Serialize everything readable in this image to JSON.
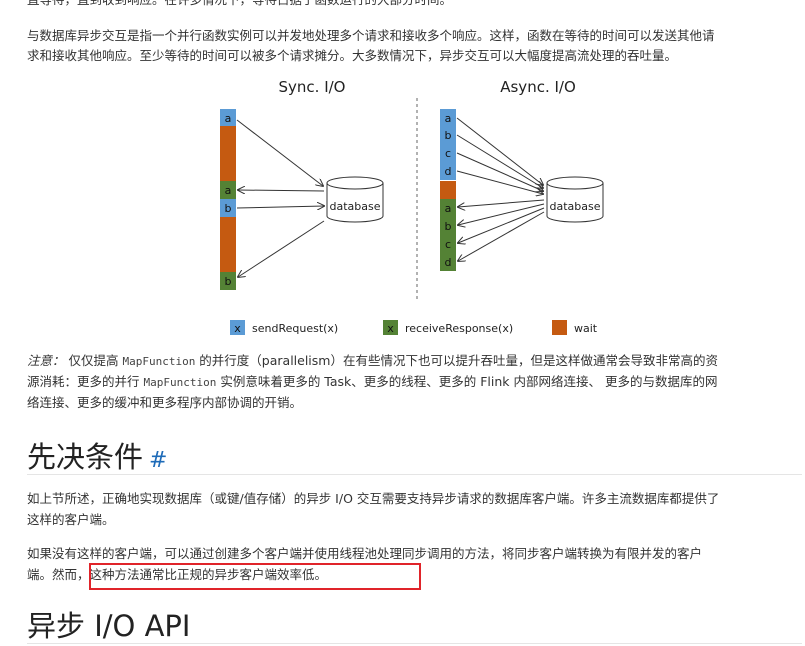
{
  "intro": {
    "top_line": "直等待，直到收到响应。在许多情况下，等待占据了函数运行的大部分时间。",
    "line1": "与数据库异步交互是指一个并行函数实例可以并发地处理多个请求和接收多个响应。这样，函数在等待的时间可以发送其他请",
    "line2": "求和接收其他响应。至少等待的时间可以被多个请求摊分。大多数情况下，异步交互可以大幅度提高流处理的吞吐量。"
  },
  "figure": {
    "sync_title": "Sync. I/O",
    "async_title": "Async. I/O",
    "database_label": "database",
    "sync_blocks": [
      "a",
      "",
      "a",
      "b",
      "",
      "b"
    ],
    "async_blocks": [
      "a",
      "b",
      "c",
      "d",
      "",
      "a",
      "b",
      "c",
      "d"
    ],
    "legend": [
      {
        "glyph": "x",
        "label": "sendRequest(x)"
      },
      {
        "glyph": "x",
        "label": "receiveResponse(x)"
      },
      {
        "glyph": "",
        "label": "wait"
      }
    ],
    "colors": {
      "send": "#5b9bd5",
      "receive": "#548235",
      "wait": "#c55a11"
    }
  },
  "note": {
    "label": "注意：",
    "part1": " 仅仅提高 ",
    "code1": "MapFunction",
    "part2": " 的并行度（parallelism）在有些情况下也可以提升吞吐量，但是这样做通常会导致非常高的资",
    "line2_pre": "源消耗：更多的并行 ",
    "code2": "MapFunction",
    "line2_post": " 实例意味着更多的 Task、更多的线程、更多的 Flink 内部网络连接、 更多的与数据库的网",
    "line3": "络连接、更多的缓冲和更多程序内部协调的开销。"
  },
  "section1": {
    "heading": "先决条件",
    "anchor": "#",
    "p1_line1": "如上节所述，正确地实现数据库（或键/值存储）的异步 I/O 交互需要支持异步请求的数据库客户端。许多主流数据库都提供了",
    "p1_line2": "这样的客户端。",
    "p2_line1": "如果没有这样的客户端，可以通过创建多个客户端并使用线程池处理同步调用的方法，将同步客户端转换为有限并发的客户",
    "p2_line2_pre": "端。然而，",
    "p2_line2_highlight": "这种方法通常比正规的异步客户端效率低。"
  },
  "section2": {
    "heading": "异步 I/O API"
  }
}
